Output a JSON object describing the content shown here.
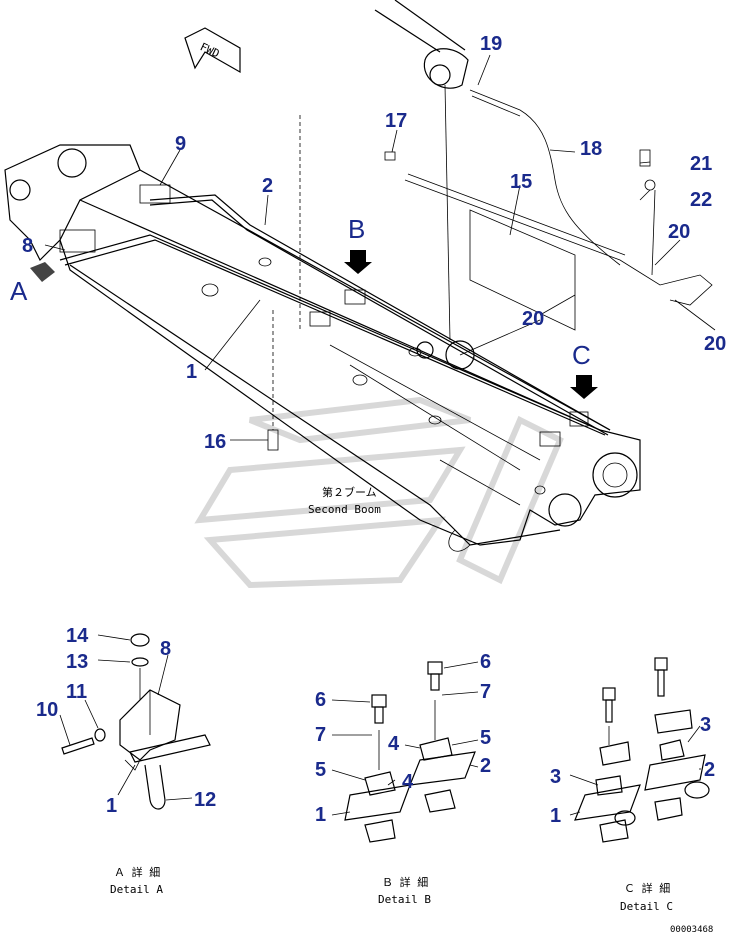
{
  "main_view": {
    "fwd_label": "FWD",
    "boom_label_jp": "第２ブーム",
    "boom_label_en": "Second Boom",
    "view_letters": [
      "A",
      "B",
      "C"
    ]
  },
  "callouts": {
    "c19": "19",
    "c17": "17",
    "c18": "18",
    "c9": "9",
    "c2": "2",
    "c15": "15",
    "c21": "21",
    "c22": "22",
    "c8": "8",
    "c20a": "20",
    "c20b": "20",
    "c20c": "20",
    "c1": "1",
    "c16": "16"
  },
  "detail_a": {
    "title_jp": "Ａ 詳 細",
    "title_en": "Detail A",
    "callouts": {
      "c14": "14",
      "c13": "13",
      "c8": "8",
      "c11": "11",
      "c10": "10",
      "c1": "1",
      "c12": "12"
    }
  },
  "detail_b": {
    "title_jp": "Ｂ 詳 細",
    "title_en": "Detail B",
    "callouts": {
      "c6a": "6",
      "c6b": "6",
      "c7a": "7",
      "c7b": "7",
      "c4a": "4",
      "c4b": "4",
      "c5a": "5",
      "c5b": "5",
      "c2": "2",
      "c1": "1"
    }
  },
  "detail_c": {
    "title_jp": "Ｃ 詳 細",
    "title_en": "Detail C",
    "callouts": {
      "c3a": "3",
      "c3b": "3",
      "c2": "2",
      "c1": "1"
    }
  },
  "drawing_number": "00003468"
}
